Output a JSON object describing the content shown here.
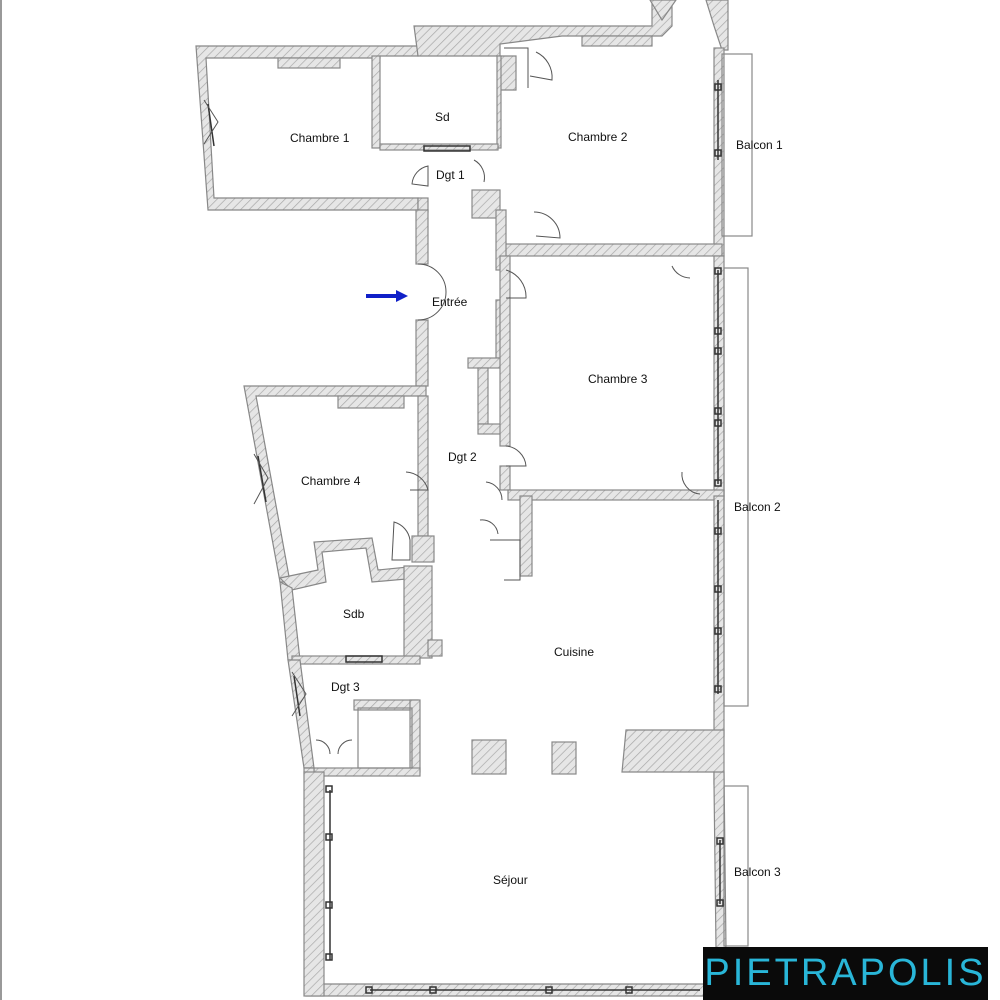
{
  "rooms": {
    "chambre1": "Chambre 1",
    "sd": "Sd",
    "chambre2": "Chambre 2",
    "balcon1": "Balcon 1",
    "dgt1": "Dgt 1",
    "entree": "Entrée",
    "chambre3": "Chambre 3",
    "dgt2": "Dgt 2",
    "chambre4": "Chambre 4",
    "balcon2": "Balcon 2",
    "sdb": "Sdb",
    "cuisine": "Cuisine",
    "dgt3": "Dgt 3",
    "sejour": "Séjour",
    "balcon3": "Balcon 3"
  },
  "logo": {
    "text": "PIETRAPOLIS",
    "color": "#29b6d8",
    "background": "#0a0a0a"
  },
  "entrance_arrow": {
    "color": "#1020c8",
    "icon": "arrow-right-icon"
  },
  "wall_color": "#888888"
}
